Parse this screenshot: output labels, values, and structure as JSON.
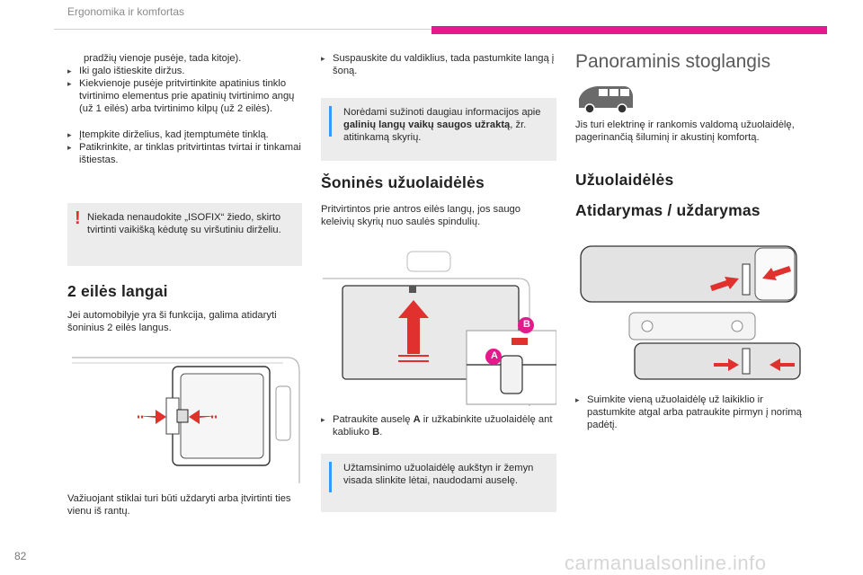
{
  "header": {
    "section": "Ergonomika ir komfortas"
  },
  "col1": {
    "cont_line": "pradžių vienoje pusėje, tada kitoje).",
    "bullets": [
      "Iki galo ištieskite diržus.",
      "Kiekvienoje pusėje pritvirtinkite apatinius tinklo tvirtinimo elementus prie apatinių tvirtinimo angų (už 1 eilės) arba tvirtinimo kilpų (už 2 eilės).",
      "Įtempkite dirželius, kad įtemptumėte tinklą.",
      "Patikrinkite, ar tinklas pritvirtintas tvirtai ir tinkamai ištiestas."
    ],
    "warning": "Niekada nenaudokite „ISOFIX“ žiedo, skirto tvirtinti vaikišką kėdutę su viršutiniu dirželiu.",
    "heading": "2 eilės langai",
    "para": "Jei automobilyje yra ši funkcija, galima atidaryti šoninius 2 eilės langus.",
    "bottom": "Važiuojant stiklai turi būti uždaryti arba įtvirtinti ties vienu iš rantų."
  },
  "col2": {
    "bullet1": "Suspauskite du valdiklius, tada pastumkite langą į šoną.",
    "info1_pre": "Norėdami sužinoti daugiau informacijos apie ",
    "info1_bold": "galinių langų vaikų saugos užraktą",
    "info1_post": ", žr. atitinkamą skyrių.",
    "heading": "Šoninės užuolaidėlės",
    "para": "Pritvirtintos prie antros eilės langų, jos saugo keleivių skyrių nuo saulės spindulių.",
    "label_a": "A",
    "label_b": "B",
    "bullet2_p1": "Patraukite auselę ",
    "bullet2_a": "A",
    "bullet2_p2": " ir užkabinkite užuolaidėlę ant kabliuko ",
    "bullet2_b": "B",
    "bullet2_p3": ".",
    "info2": "Užtamsinimo užuolaidėlę aukštyn ir žemyn visada slinkite lėtai, naudodami auselę."
  },
  "col3": {
    "title": "Panoraminis stoglangis",
    "para": "Jis turi elektrinę ir rankomis valdomą užuolaidėlę, pagerinančią šiluminį ir akustinį komfortą.",
    "heading1": "Užuolaidėlės",
    "heading2": "Atidarymas / uždarymas",
    "bullet": "Suimkite vieną užuolaidėlę už laikiklio ir pastumkite atgal arba patraukite pirmyn į norimą padėtį."
  },
  "footer": {
    "page_number": "82",
    "watermark": "carmanualsonline.info"
  },
  "colors": {
    "accent": "#e21a8c",
    "warning": "#e0312f",
    "arrow": "#e0312f",
    "box": "#ececec"
  }
}
